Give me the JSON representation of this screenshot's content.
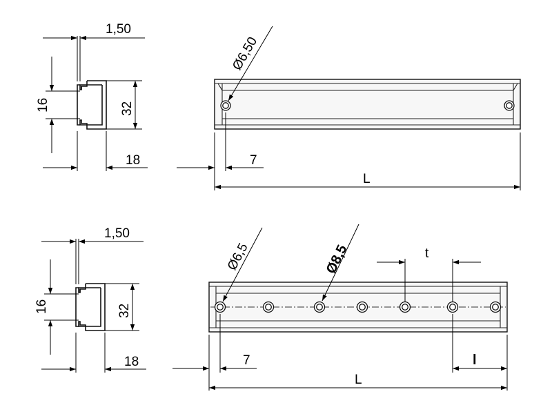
{
  "top": {
    "thickness_label": "1,50",
    "inner_height_label": "16",
    "outer_height_label": "32",
    "width_label": "18",
    "hole_diameter_label": "Ø6,50",
    "edge_offset_label": "7",
    "length_label": "L"
  },
  "bottom": {
    "thickness_label": "1,50",
    "inner_height_label": "16",
    "outer_height_label": "32",
    "width_label": "18",
    "hole_diameter_label": "Ø6,5",
    "slot_diameter_label": "Ø8,5",
    "pitch_label": "t",
    "edge_offset_label": "7",
    "end_offset_label": "l",
    "length_label": "L"
  }
}
